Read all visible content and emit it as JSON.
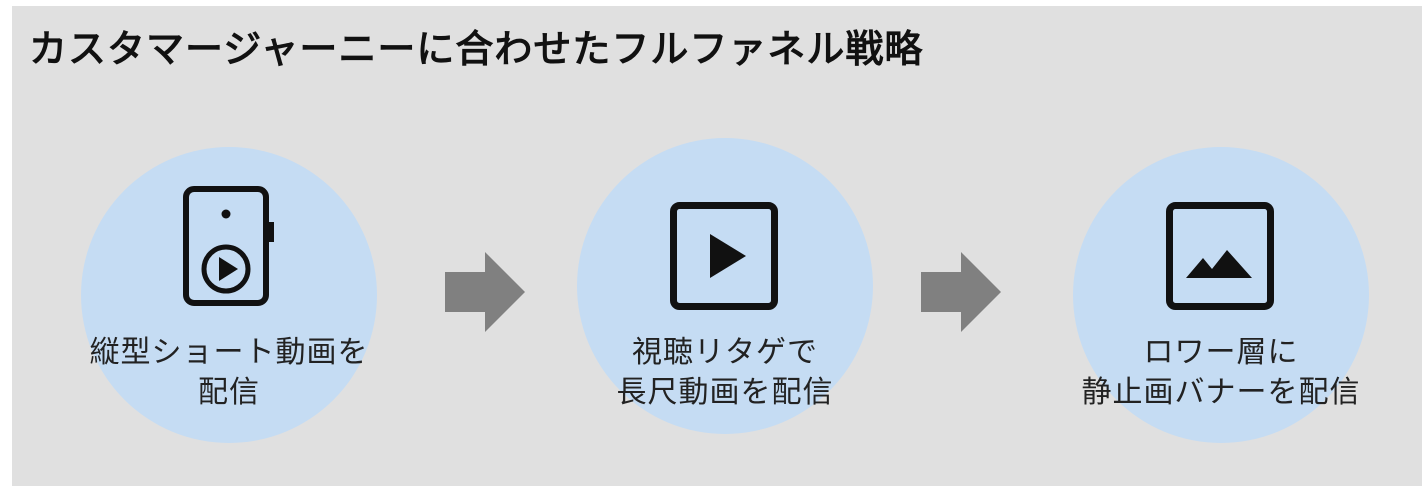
{
  "title": "カスタマージャーニーに合わせたフルファネル戦略",
  "colors": {
    "background": "#e0e0e0",
    "circle": "#c5dcf3",
    "arrow": "#808080",
    "icon": "#111111"
  },
  "steps": [
    {
      "icon": "smartphone-play-icon",
      "line1": "縦型ショート動画を",
      "line2": "配信"
    },
    {
      "icon": "play-button-icon",
      "line1": "視聴リタゲで",
      "line2": "長尺動画を配信"
    },
    {
      "icon": "image-icon",
      "line1": "ロワー層に",
      "line2": "静止画バナーを配信"
    }
  ]
}
